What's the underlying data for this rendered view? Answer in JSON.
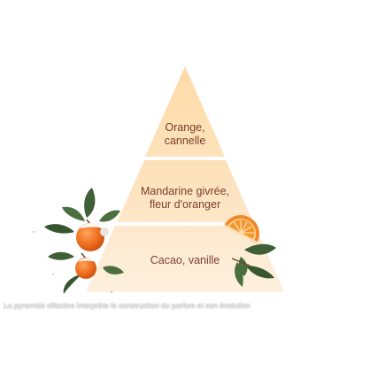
{
  "pyramid": {
    "tiers": [
      {
        "label": "Orange,\ncannelle"
      },
      {
        "label": "Mandarine givrée,\nfleur d'oranger"
      },
      {
        "label": "Cacao, vanille"
      }
    ],
    "colors": {
      "top": "#fde0b4",
      "middle": "#fde4bf",
      "base": "#fdebd2",
      "divider": "#ffffff",
      "label": "#7a3e2e"
    }
  },
  "illustrations": {
    "left": "frosted-mandarins-with-leaves",
    "right": "orange-slice-with-leaves",
    "leaf_color": "#3f5f36",
    "fruit_color": "#ec6f22"
  },
  "caption": "La pyramide olfactive interprète la construction du parfum et son évolution"
}
